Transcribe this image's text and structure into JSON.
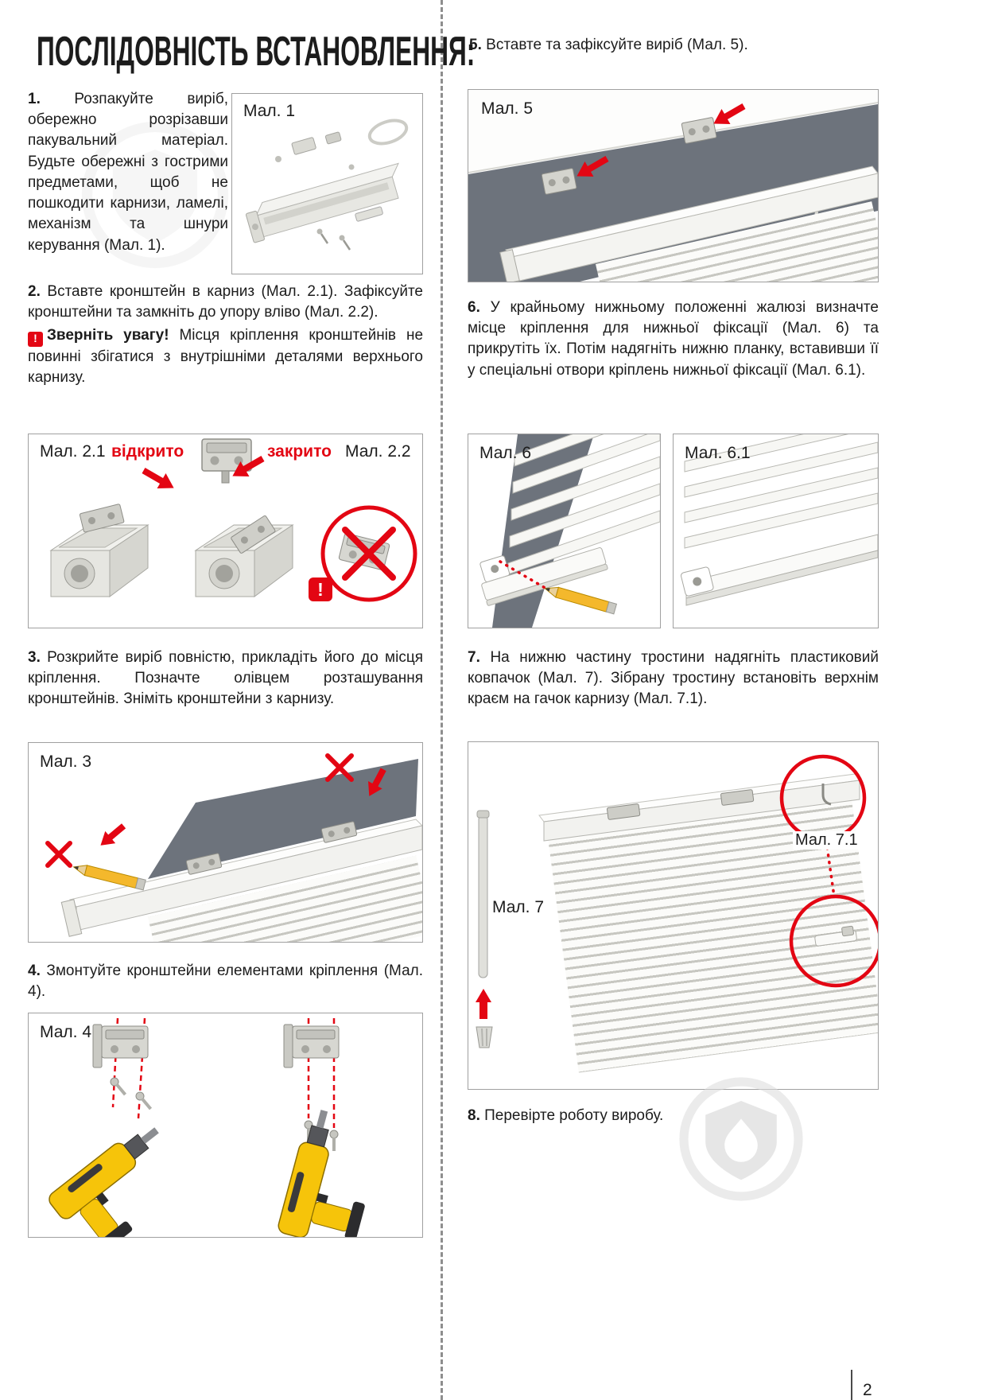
{
  "page": {
    "title": "ПОСЛІДОВНІСТЬ ВСТАНОВЛЕННЯ:",
    "page_number": "2"
  },
  "colors": {
    "accent_red": "#e30613",
    "recess_gray": "#6d737c",
    "metal_gray": "#d7d7d1",
    "drill_yellow": "#f6c40a"
  },
  "steps": {
    "s1": {
      "num": "1.",
      "text": "Розпакуйте виріб, обережно розрізавши пакувальний матеріал. Будьте обережні з гострими предметами, щоб не пошкодити карнизи, ламелі, механізм та шнури керування (Мал. 1)."
    },
    "s2": {
      "num": "2.",
      "text": "Вставте кронштейн в карниз (Мал. 2.1). Зафіксуйте кронштейни та замкніть до упору вліво (Мал. 2.2)."
    },
    "s2_warning": {
      "icon": "!",
      "title": "Зверніть увагу!",
      "text": "Місця кріплення кронштейнів не повинні збігатися з внутрішніми деталями верхнього карнизу."
    },
    "s3": {
      "num": "3.",
      "text": "Розкрийте виріб повністю, прикладіть його до місця кріплення. Позначте олівцем розташування кронштейнів. Зніміть кронштейни з карнизу."
    },
    "s4": {
      "num": "4.",
      "text": "Змонтуйте кронштейни елементами кріплення (Мал. 4)."
    },
    "s5": {
      "num": "5.",
      "text": "Вставте та зафіксуйте виріб (Мал. 5)."
    },
    "s6": {
      "num": "6.",
      "text": "У крайньому нижньому положенні жалюзі визначте місце кріплення для нижньої фіксації (Мал. 6) та прикрутіть їх. Потім надягніть нижню планку, вставивши її у спеціальні отвори кріплень нижньої фіксації (Мал. 6.1)."
    },
    "s7": {
      "num": "7.",
      "text": "На нижню частину тростини надягніть пластиковий ковпачок (Мал. 7). Зібрану тростину встановіть верхнім краєм на гачок карнизу (Мал. 7.1)."
    },
    "s8": {
      "num": "8.",
      "text": "Перевірте роботу виробу."
    }
  },
  "figures": {
    "f1": {
      "label": "Мал. 1"
    },
    "f2": {
      "label_left": "Мал. 2.1",
      "open": "відкрито",
      "closed": "закрито",
      "label_right": "Мал. 2.2",
      "warn": "!"
    },
    "f3": {
      "label": "Мал. 3"
    },
    "f4": {
      "label": "Мал. 4"
    },
    "f5": {
      "label": "Мал. 5"
    },
    "f6": {
      "label": "Мал. 6"
    },
    "f6_1": {
      "label": "Мал. 6.1"
    },
    "f7": {
      "label": "Мал. 7",
      "label_sub": "Мал. 7.1"
    }
  }
}
